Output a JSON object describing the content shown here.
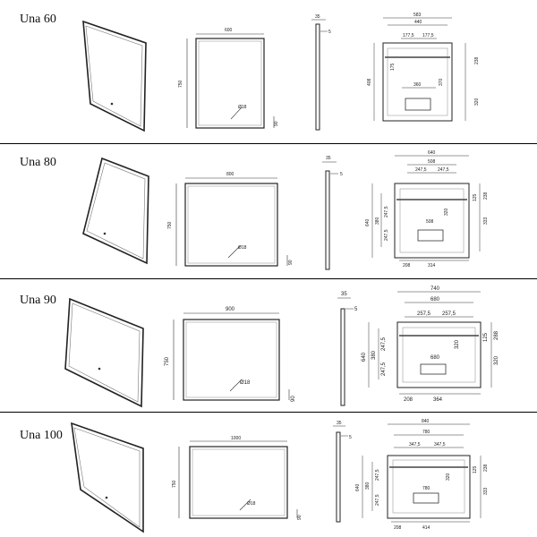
{
  "sections": [
    {
      "model": "Una 60",
      "front": {
        "width": "600",
        "height": "750",
        "diameter": "Ø18",
        "bottom": "90"
      },
      "side": {
        "depth": "35",
        "thickness": "5"
      },
      "back": {
        "total_width": "583",
        "inner_width": "440",
        "left_half": "177,5",
        "right_half": "177,5",
        "height_left": "408",
        "top_right": "238",
        "bottom_right": "320",
        "small_a": "175",
        "small_b": "370",
        "bottom_width": "360"
      }
    },
    {
      "model": "Una 80",
      "front": {
        "width": "800",
        "height": "750",
        "diameter": "Ø18",
        "bottom": "90"
      },
      "side": {
        "depth": "35",
        "thickness": "5"
      },
      "back": {
        "total_width": "640",
        "inner_width": "508",
        "left_half": "247,5",
        "right_half": "247,5",
        "height_left": "640",
        "height_inner": "380",
        "seg_a": "247,5",
        "seg_b": "247,5",
        "small_a": "125",
        "small_b": "238",
        "small_c": "320",
        "bottom_right": "333",
        "bottom_width": "508",
        "bottom_left": "208",
        "bottom_mid": "314"
      }
    },
    {
      "model": "Una 90",
      "front": {
        "width": "900",
        "height": "750",
        "diameter": "Ø18",
        "bottom": "90"
      },
      "side": {
        "depth": "35",
        "thickness": "5"
      },
      "back": {
        "total_width": "740",
        "inner_width": "680",
        "left_half": "257,5",
        "right_half": "257,5",
        "height_left": "640",
        "height_inner": "380",
        "seg_a": "247,5",
        "seg_b": "247,5",
        "small_a": "125",
        "small_b": "288",
        "small_c": "320",
        "bottom_right": "320",
        "bottom_width": "680",
        "bottom_left": "208",
        "bottom_mid": "364"
      }
    },
    {
      "model": "Una 100",
      "front": {
        "width": "1000",
        "height": "750",
        "diameter": "Ø18",
        "bottom": "90"
      },
      "side": {
        "depth": "35",
        "thickness": "5"
      },
      "back": {
        "total_width": "840",
        "inner_width": "780",
        "left_half": "347,5",
        "right_half": "347,5",
        "height_left": "640",
        "height_inner": "380",
        "seg_a": "247,5",
        "seg_b": "247,5",
        "small_a": "125",
        "small_b": "238",
        "small_c": "320",
        "bottom_right": "333",
        "bottom_width": "780",
        "bottom_left": "208",
        "bottom_mid": "414"
      }
    }
  ]
}
